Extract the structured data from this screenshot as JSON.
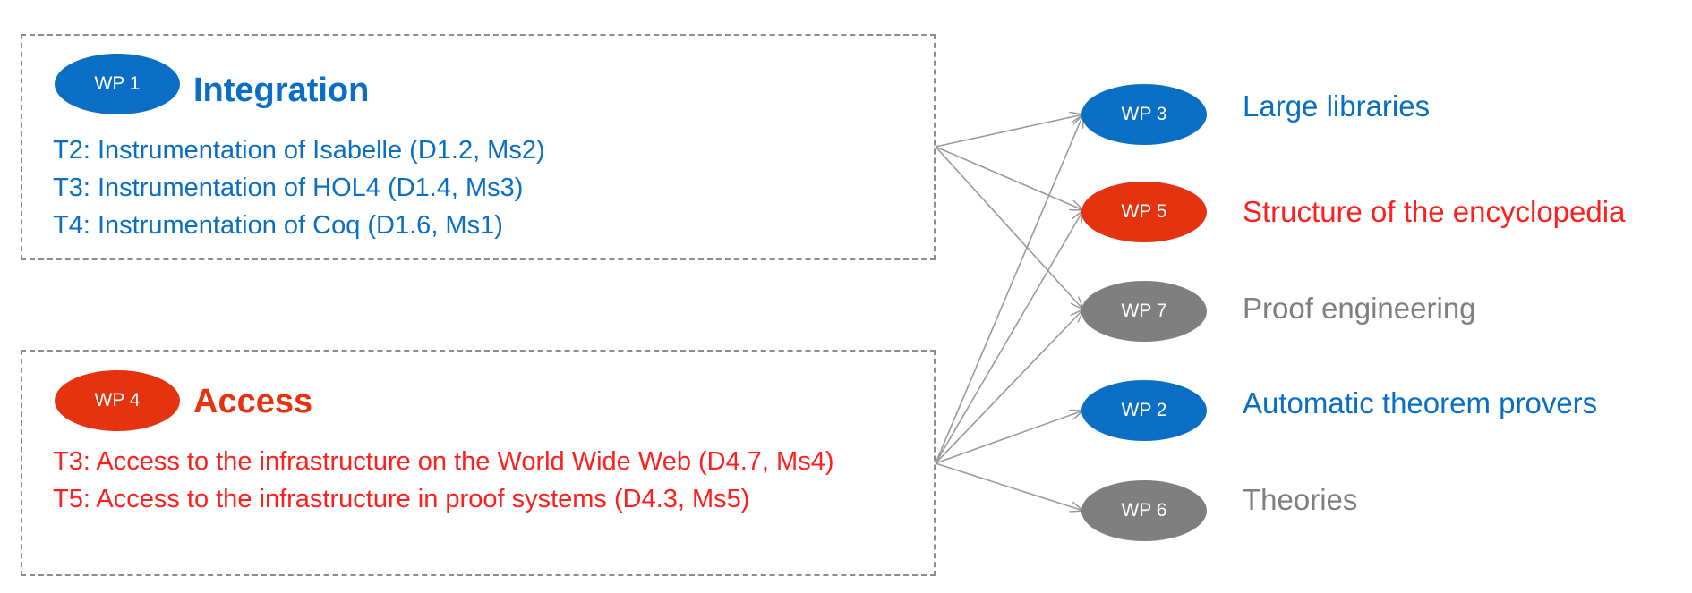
{
  "colors": {
    "blue": "#0a6fc4",
    "red": "#e5330f",
    "label_red": "#ff1f1f",
    "gray": "#7f7f7f",
    "text_blue": "#0a6fc4",
    "text_gray": "#7f7f7f",
    "arrow": "#9a9a9a"
  },
  "group_integration": {
    "wp": "WP 1",
    "title": "Integration",
    "tasks": [
      "T2: Instrumentation of Isabelle (D1.2, Ms2)",
      "T3: Instrumentation of HOL4 (D1.4, Ms3)",
      "T4: Instrumentation of Coq (D1.6, Ms1)"
    ]
  },
  "group_access": {
    "wp": "WP 4",
    "title": "Access",
    "tasks": [
      "T3: Access to the infrastructure on the World Wide Web (D4.7, Ms4)",
      "T5: Access to the infrastructure in proof systems (D4.3, Ms5)"
    ]
  },
  "targets": [
    {
      "wp": "WP 3",
      "label": "Large libraries",
      "color": "blue"
    },
    {
      "wp": "WP 5",
      "label": "Structure of the encyclopedia",
      "color": "red"
    },
    {
      "wp": "WP 7",
      "label": "Proof engineering",
      "color": "gray"
    },
    {
      "wp": "WP 2",
      "label": "Automatic theorem provers",
      "color": "blue"
    },
    {
      "wp": "WP 6",
      "label": "Theories",
      "color": "gray"
    }
  ]
}
